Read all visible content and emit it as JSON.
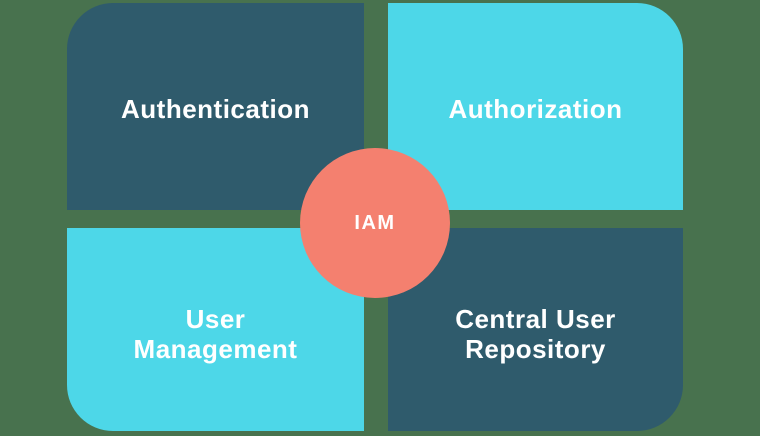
{
  "diagram": {
    "background_color": "#48724E",
    "text_color": "#FFFFFF",
    "center": {
      "label": "IAM",
      "color": "#F4806F"
    },
    "quadrants": [
      {
        "id": "authentication",
        "label": "Authentication",
        "color": "#2F5B6C",
        "position": "top-left"
      },
      {
        "id": "authorization",
        "label": "Authorization",
        "color": "#4DD7E8",
        "position": "top-right"
      },
      {
        "id": "user-management",
        "label": "User Management",
        "color": "#4DD7E8",
        "position": "bottom-left"
      },
      {
        "id": "central-user-repository",
        "label": "Central User Repository",
        "color": "#2F5B6C",
        "position": "bottom-right"
      }
    ]
  }
}
